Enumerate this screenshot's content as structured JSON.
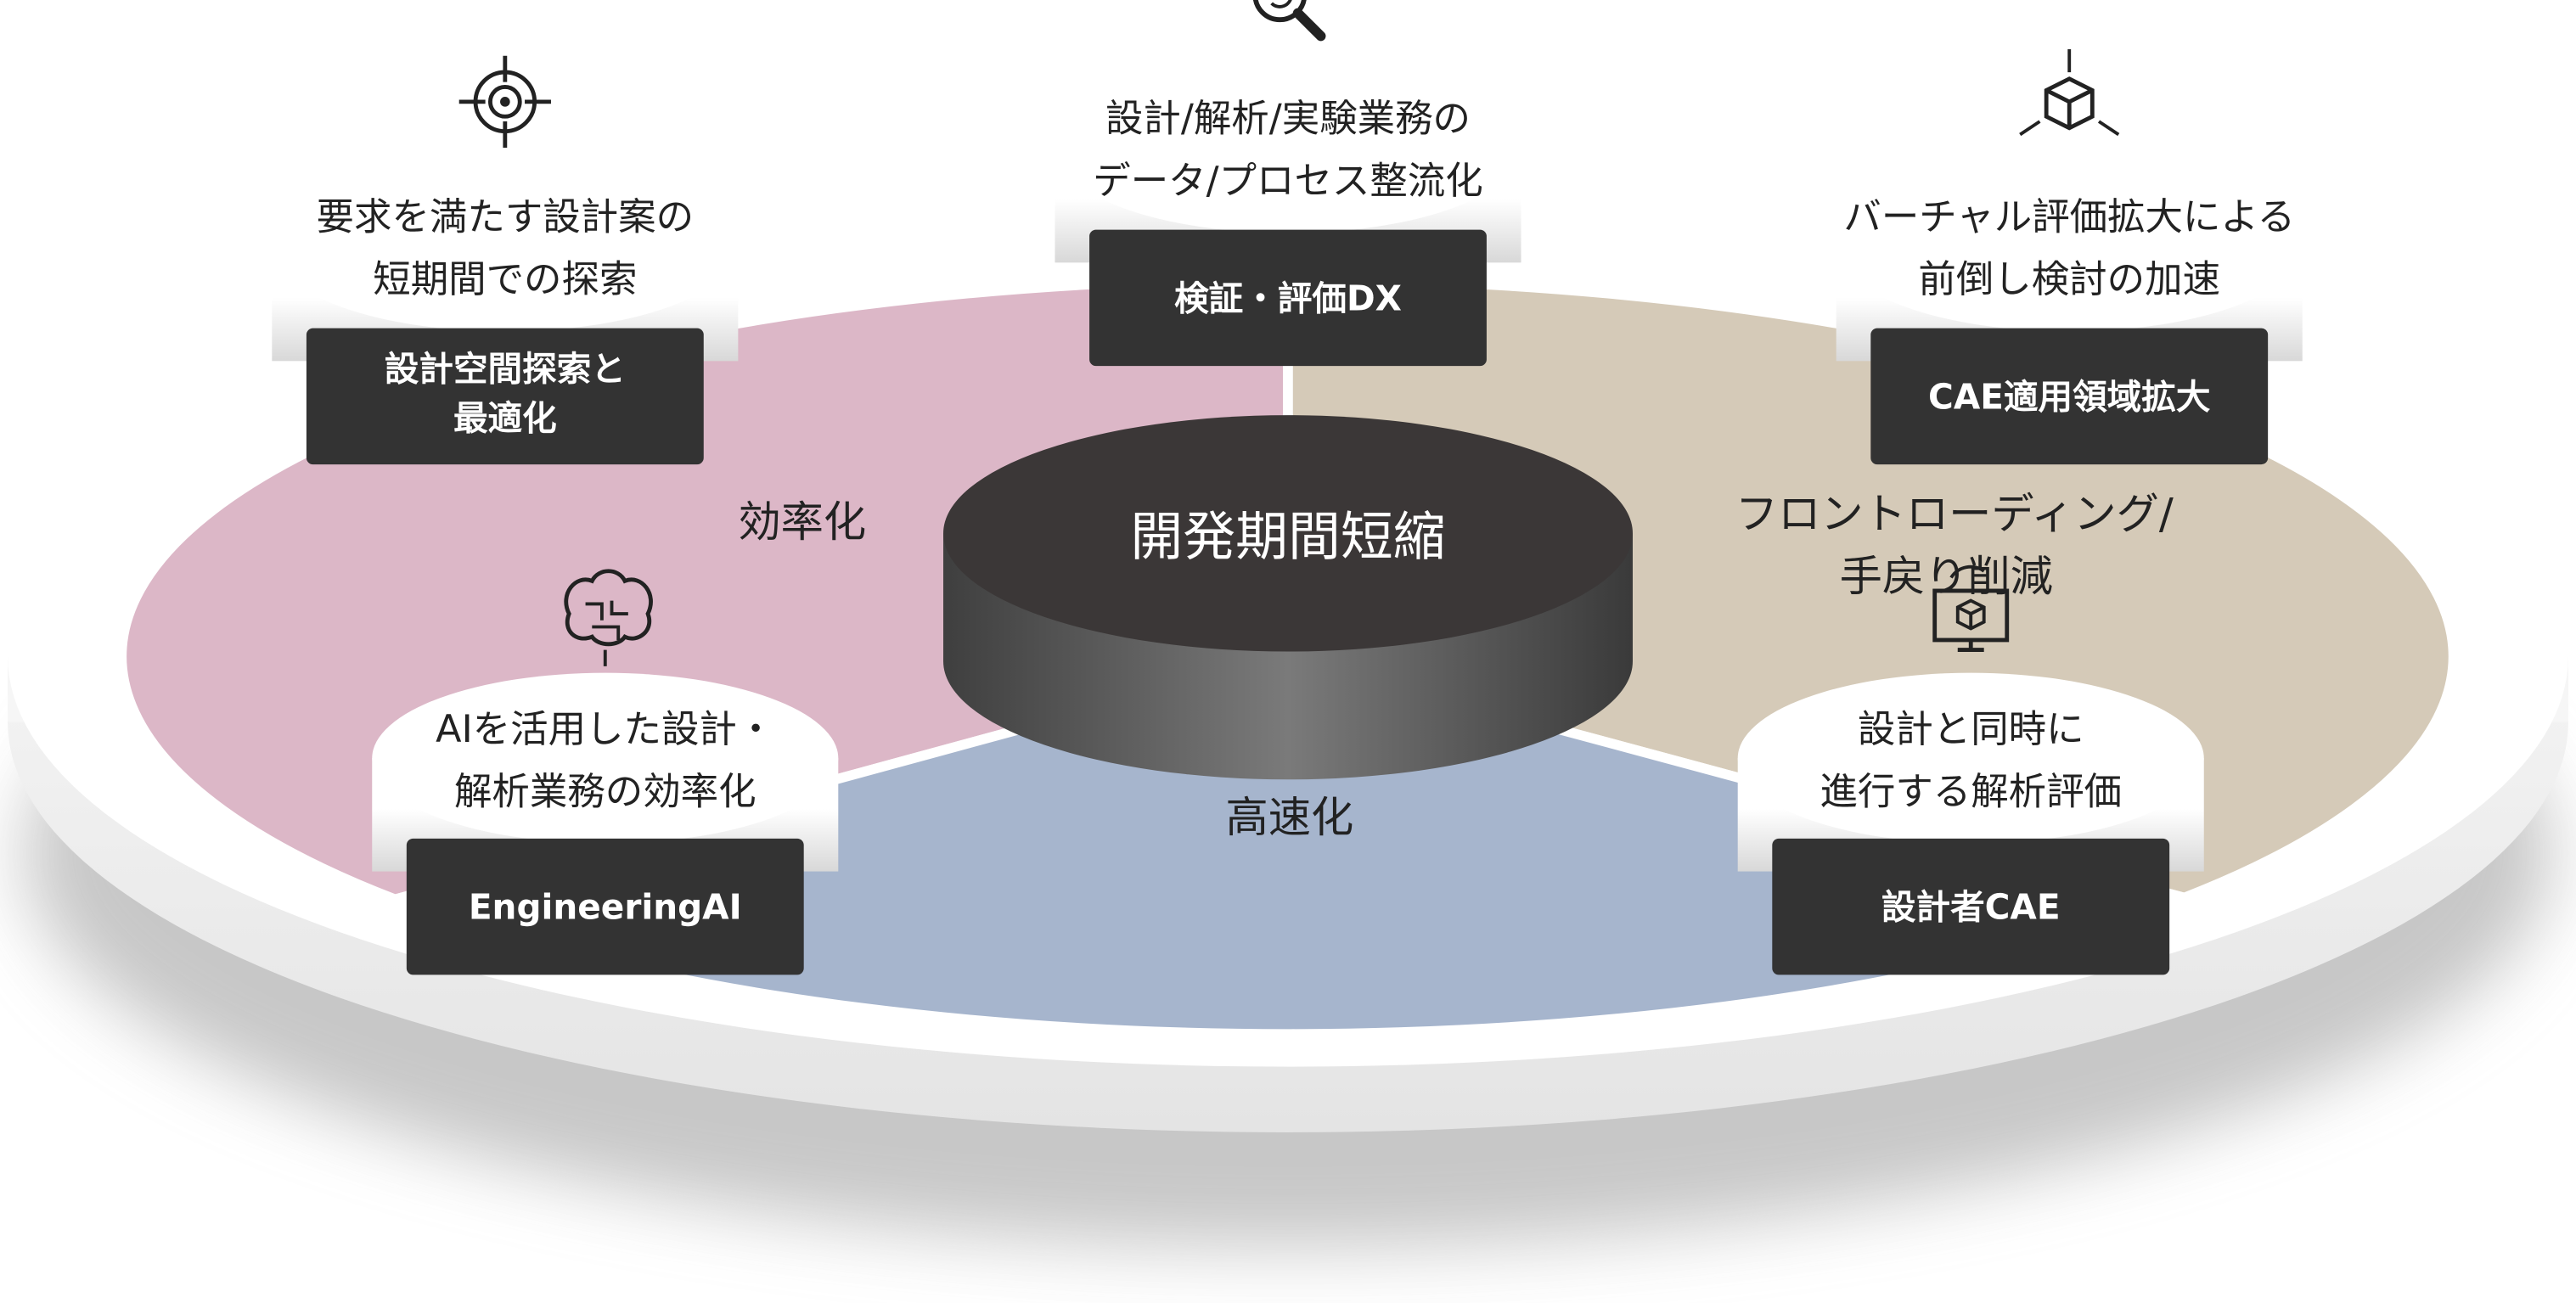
{
  "center": {
    "label": "開発期間短縮"
  },
  "segments": [
    {
      "label": "効率化",
      "color": "#dcb7c7"
    },
    {
      "label": "フロントローディング/",
      "label2": "手戻り削減",
      "color": "#d5cab8"
    },
    {
      "label": "高速化",
      "color": "#a6b5cd"
    }
  ],
  "pillars": [
    {
      "icon": "target-icon",
      "line1": "要求を満たす設計案の",
      "line2": "短期間での探索",
      "box1": "設計空間探索と",
      "box2": "最適化"
    },
    {
      "icon": "search-refresh-icon",
      "line1": "設計/解析/実験業務の",
      "line2": "データ/プロセス整流化",
      "box1": "検証・評価DX"
    },
    {
      "icon": "cube-axes-icon",
      "line1": "バーチャル評価拡大による",
      "line2": "前倒し検討の加速",
      "box1": "CAE適用領域拡大"
    },
    {
      "icon": "brain-circuit-icon",
      "line1": "AIを活用した設計・",
      "line2": "解析業務の効率化",
      "box1": "EngineeringAI"
    },
    {
      "icon": "monitor-cube-icon",
      "line1": "設計と同時に",
      "line2": "進行する解析評価",
      "box1": "設計者CAE"
    }
  ],
  "colors": {
    "box": "#333333",
    "cylinder_top": "#3b3737"
  }
}
